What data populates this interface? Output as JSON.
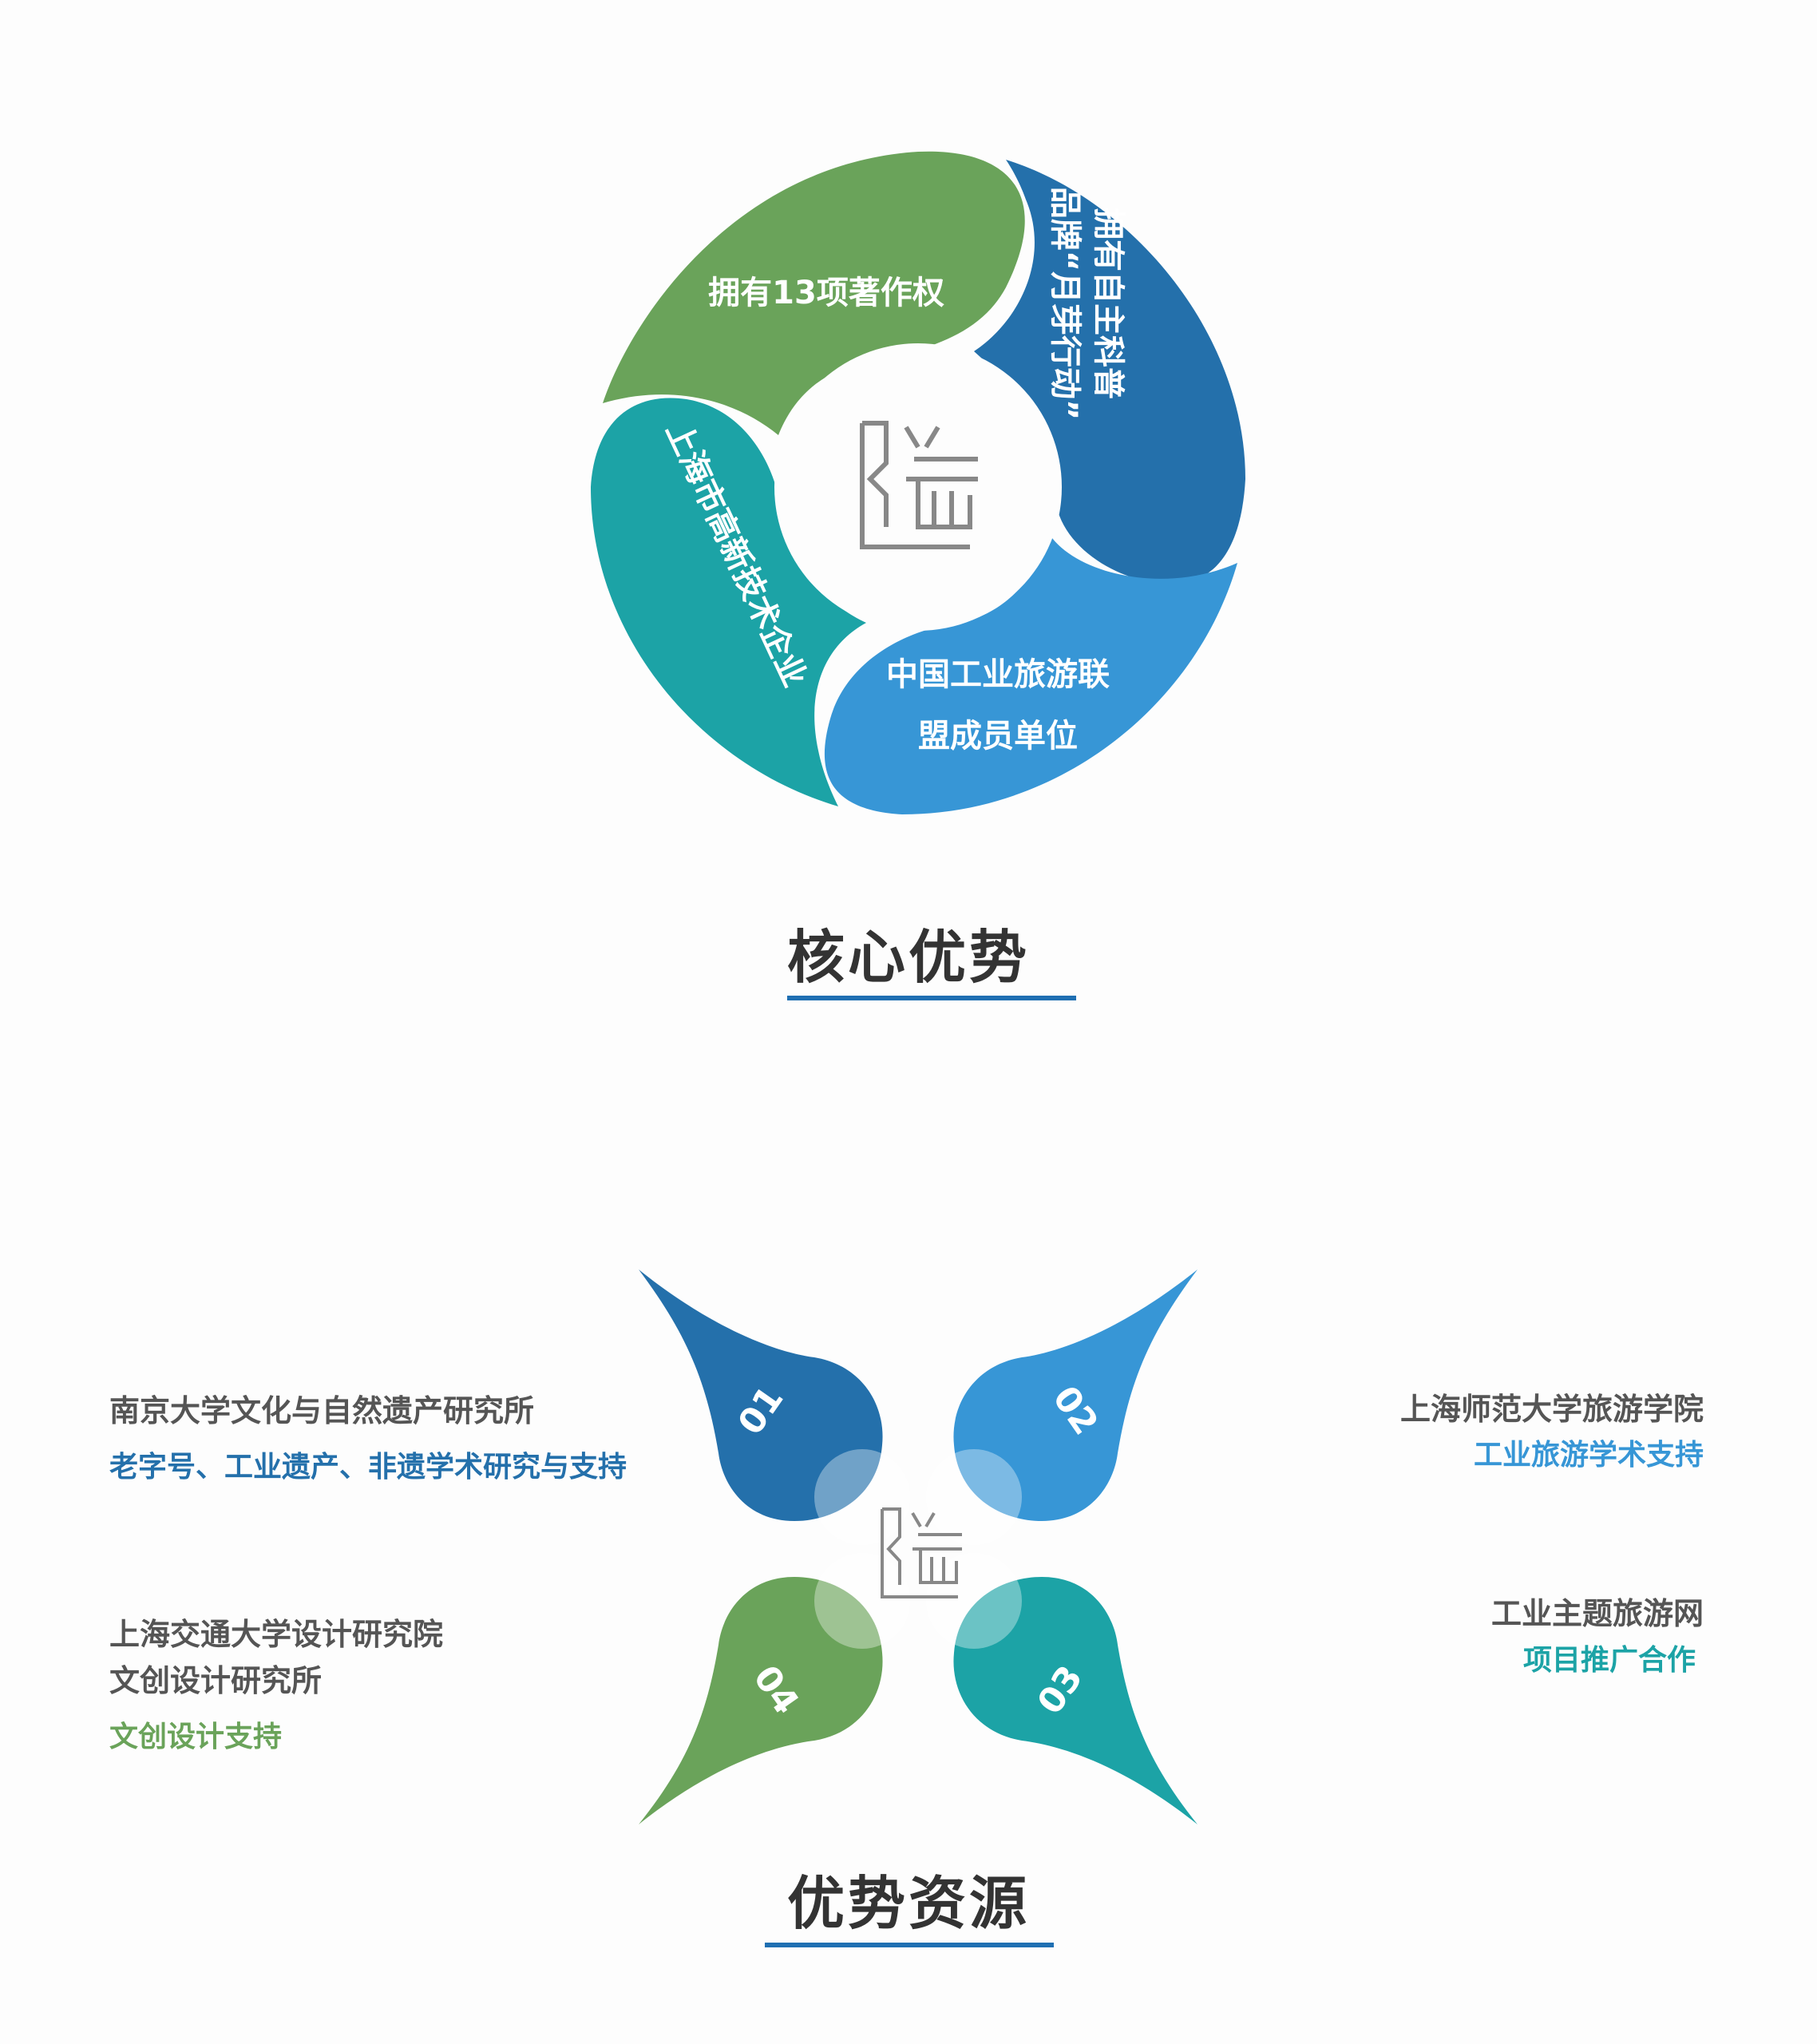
{
  "colors": {
    "green": "#6aa35a",
    "dark_blue": "#2470ab",
    "light_blue": "#3796d6",
    "teal": "#1ca3a6",
    "title_underline": "#1f6fb2",
    "title_text": "#333333",
    "gray_text": "#555555"
  },
  "core": {
    "title": "核心优势",
    "segments": [
      {
        "text": "拥有13项著作权",
        "icon": "green-petal"
      },
      {
        "text_lines": [
          "拥有自主科普",
          "品牌“月芽行动”"
        ],
        "icon": "dark-blue-petal"
      },
      {
        "text_lines": [
          "中国工业旅游联",
          "盟成员单位"
        ],
        "icon": "light-blue-petal"
      },
      {
        "text": "上海市高新技术企业",
        "icon": "teal-petal"
      }
    ],
    "center_logo": "logo-mark"
  },
  "resources": {
    "title": "优势资源",
    "petals": [
      {
        "number": "01"
      },
      {
        "number": "02"
      },
      {
        "number": "03"
      },
      {
        "number": "04"
      }
    ],
    "items": [
      {
        "name": "南京大学文化与自然遗产研究所",
        "desc": "老字号、工业遗产、非遗学术研究与支持"
      },
      {
        "name": "上海师范大学旅游学院",
        "desc": "工业旅游学术支持"
      },
      {
        "name": "工业主题旅游网",
        "desc": "项目推广合作"
      },
      {
        "name_lines": [
          "上海交通大学设计研究院",
          "文创设计研究所"
        ],
        "desc": "文创设计支持"
      }
    ]
  }
}
